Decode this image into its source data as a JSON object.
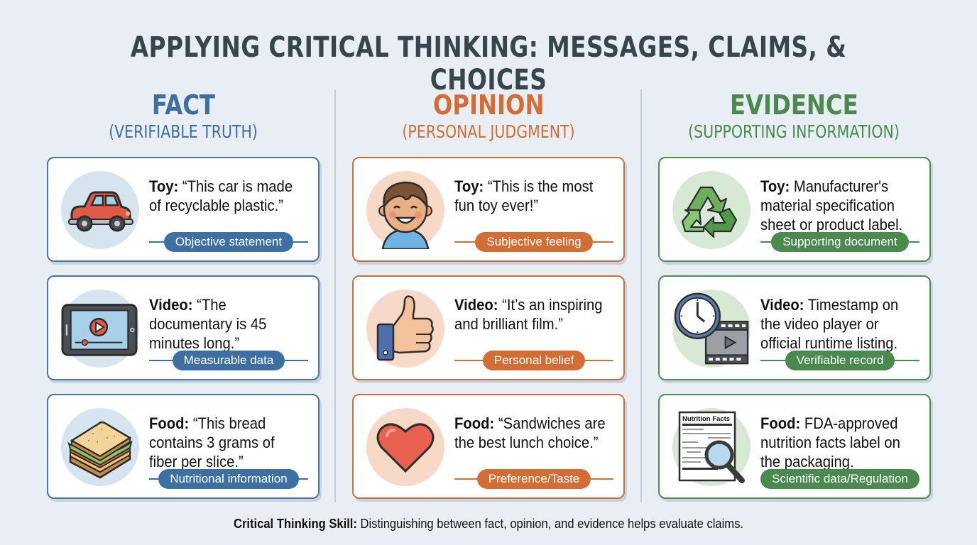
{
  "title": "APPLYING CRITICAL THINKING: MESSAGES, CLAIMS, & CHOICES",
  "colors": {
    "background": "#e9eef5",
    "title": "#37454f",
    "fact": "#3e6fa3",
    "opinion": "#d26e35",
    "evidence": "#4a8a4f",
    "fact_circle": "#d6e4f0",
    "opinion_circle": "#f7d9c7",
    "evidence_circle": "#d7e9d5"
  },
  "columns": [
    {
      "title": "FACT",
      "subtitle": "(VERIFIABLE TRUTH)",
      "cards": [
        {
          "icon": "car-icon",
          "label": "Toy:",
          "text": "“This car is made of recyclable plastic.”",
          "tag": "Objective statement"
        },
        {
          "icon": "tablet-video-icon",
          "label": "Video:",
          "text": "“The documentary is 45 minutes long.”",
          "tag": "Measurable data"
        },
        {
          "icon": "sandwich-icon",
          "label": "Food:",
          "text": "“This bread contains 3 grams of fiber per slice.”",
          "tag": "Nutritional information"
        }
      ]
    },
    {
      "title": "OPINION",
      "subtitle": "(PERSONAL JUDGMENT)",
      "cards": [
        {
          "icon": "smiling-child-icon",
          "label": "Toy:",
          "text": "“This is the most fun toy ever!”",
          "tag": "Subjective feeling"
        },
        {
          "icon": "thumbs-up-icon",
          "label": "Video:",
          "text": "“It’s an inspiring and brilliant film.”",
          "tag": "Personal belief"
        },
        {
          "icon": "heart-icon",
          "label": "Food:",
          "text": "“Sandwiches are the best lunch choice.”",
          "tag": "Preference/Taste"
        }
      ]
    },
    {
      "title": "EVIDENCE",
      "subtitle": "(SUPPORTING INFORMATION)",
      "cards": [
        {
          "icon": "recycle-icon",
          "label": "Toy:",
          "text": "Manufacturer's material specification sheet or product label.",
          "tag": "Supporting document"
        },
        {
          "icon": "clock-film-icon",
          "label": "Video:",
          "text": "Timestamp on the video player or official runtime listing.",
          "tag": "Verifiable record"
        },
        {
          "icon": "nutrition-label-magnifier-icon",
          "label": "Food:",
          "text": "FDA-approved nutrition facts label on the packaging.",
          "tag": "Scientific data/Regulation",
          "nutrition_label_heading": "Nutrition Facts"
        }
      ]
    }
  ],
  "footer": {
    "label": "Critical Thinking Skill:",
    "text": " Distinguishing between fact, opinion, and evidence helps evaluate claims."
  }
}
